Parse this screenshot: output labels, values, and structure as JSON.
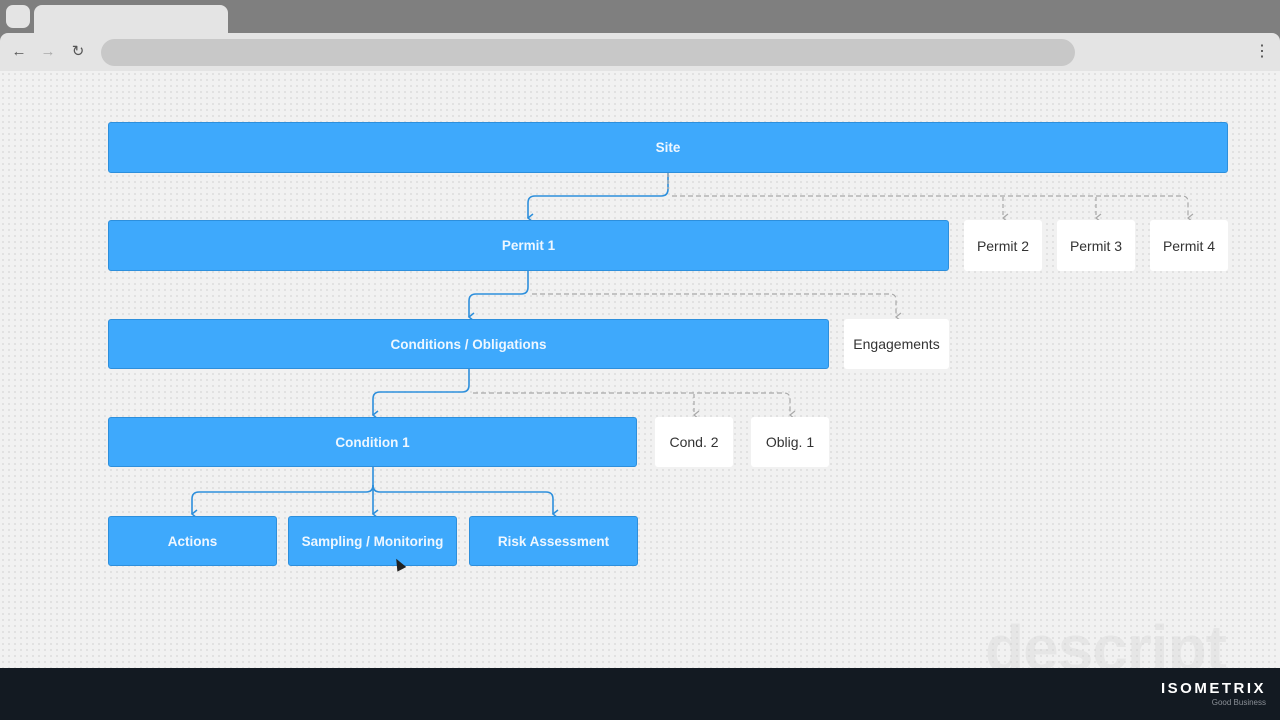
{
  "browser": {
    "back_icon": "←",
    "forward_icon": "→",
    "reload_icon": "↻",
    "menu_icon": "⋮",
    "address_value": ""
  },
  "diagram": {
    "colors": {
      "primary": "#3ea9fc",
      "primary_border": "#2d8fdc",
      "secondary": "#ffffff",
      "connector_solid": "#2d8fdc",
      "connector_dashed": "#a8a8a8"
    },
    "nodes": {
      "site": "Site",
      "permit1": "Permit 1",
      "permit2": "Permit 2",
      "permit3": "Permit 3",
      "permit4": "Permit 4",
      "conditions_obligations": "Conditions / Obligations",
      "engagements": "Engagements",
      "condition1": "Condition 1",
      "cond2": "Cond. 2",
      "oblig1": "Oblig. 1",
      "actions": "Actions",
      "sampling_monitoring": "Sampling / Monitoring",
      "risk_assessment": "Risk Assessment"
    }
  },
  "watermark": "descript",
  "footer": {
    "brand_name": "ISOMETRIX",
    "brand_tagline": "Good Business"
  }
}
